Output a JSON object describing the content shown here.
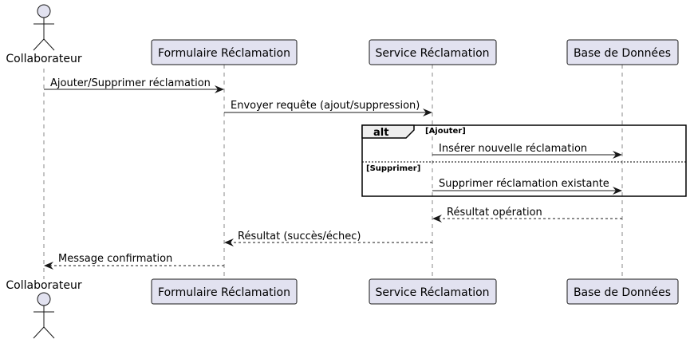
{
  "colors": {
    "participant_fill": "#E2E2F0",
    "participant_stroke": "#181818",
    "lifeline": "#8a8a8a",
    "arrow": "#181818",
    "fragment_stroke": "#000000"
  },
  "participants": [
    {
      "id": "actor",
      "label": "Collaborateur",
      "kind": "actor"
    },
    {
      "id": "form",
      "label": "Formulaire Réclamation",
      "kind": "participant"
    },
    {
      "id": "service",
      "label": "Service Réclamation",
      "kind": "participant"
    },
    {
      "id": "db",
      "label": "Base de Données",
      "kind": "participant"
    }
  ],
  "messages": [
    {
      "label": "Ajouter/Supprimer réclamation",
      "from": "Collaborateur",
      "to": "Formulaire Réclamation",
      "style": "solid"
    },
    {
      "label": "Envoyer requête (ajout/suppression)",
      "from": "Formulaire Réclamation",
      "to": "Service Réclamation",
      "style": "solid"
    },
    {
      "label": "Insérer nouvelle réclamation",
      "from": "Service Réclamation",
      "to": "Base de Données",
      "style": "solid"
    },
    {
      "label": "Supprimer réclamation existante",
      "from": "Service Réclamation",
      "to": "Base de Données",
      "style": "solid"
    },
    {
      "label": "Résultat opération",
      "from": "Base de Données",
      "to": "Service Réclamation",
      "style": "dashed"
    },
    {
      "label": "Résultat (succès/échec)",
      "from": "Service Réclamation",
      "to": "Formulaire Réclamation",
      "style": "dashed"
    },
    {
      "label": "Message confirmation",
      "from": "Formulaire Réclamation",
      "to": "Collaborateur",
      "style": "dashed"
    }
  ],
  "fragment": {
    "keyword": "alt",
    "conditions": [
      "[Ajouter]",
      "[Supprimer]"
    ]
  }
}
